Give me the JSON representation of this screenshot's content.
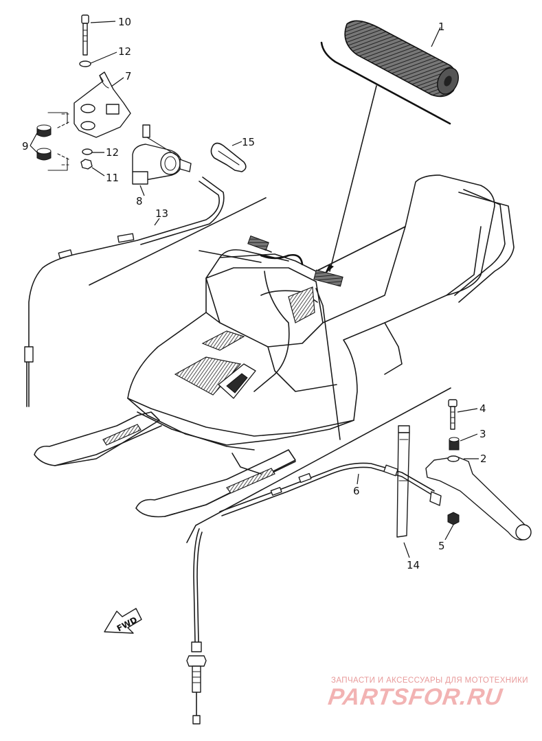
{
  "diagram": {
    "callouts": {
      "c1": "1",
      "c2": "2",
      "c3": "3",
      "c4": "4",
      "c5": "5",
      "c6": "6",
      "c7": "7",
      "c8": "8",
      "c9": "9",
      "c10": "10",
      "c11": "11",
      "c12a": "12",
      "c12b": "12",
      "c13": "13",
      "c14": "14",
      "c15": "15"
    },
    "fwd_label": "FWD"
  },
  "watermark": {
    "tagline": "ЗАПЧАСТИ И АКСЕССУАРЫ ДЛЯ МОТОТЕХНИКИ",
    "logo_text": "PARTSFOR.RU"
  }
}
